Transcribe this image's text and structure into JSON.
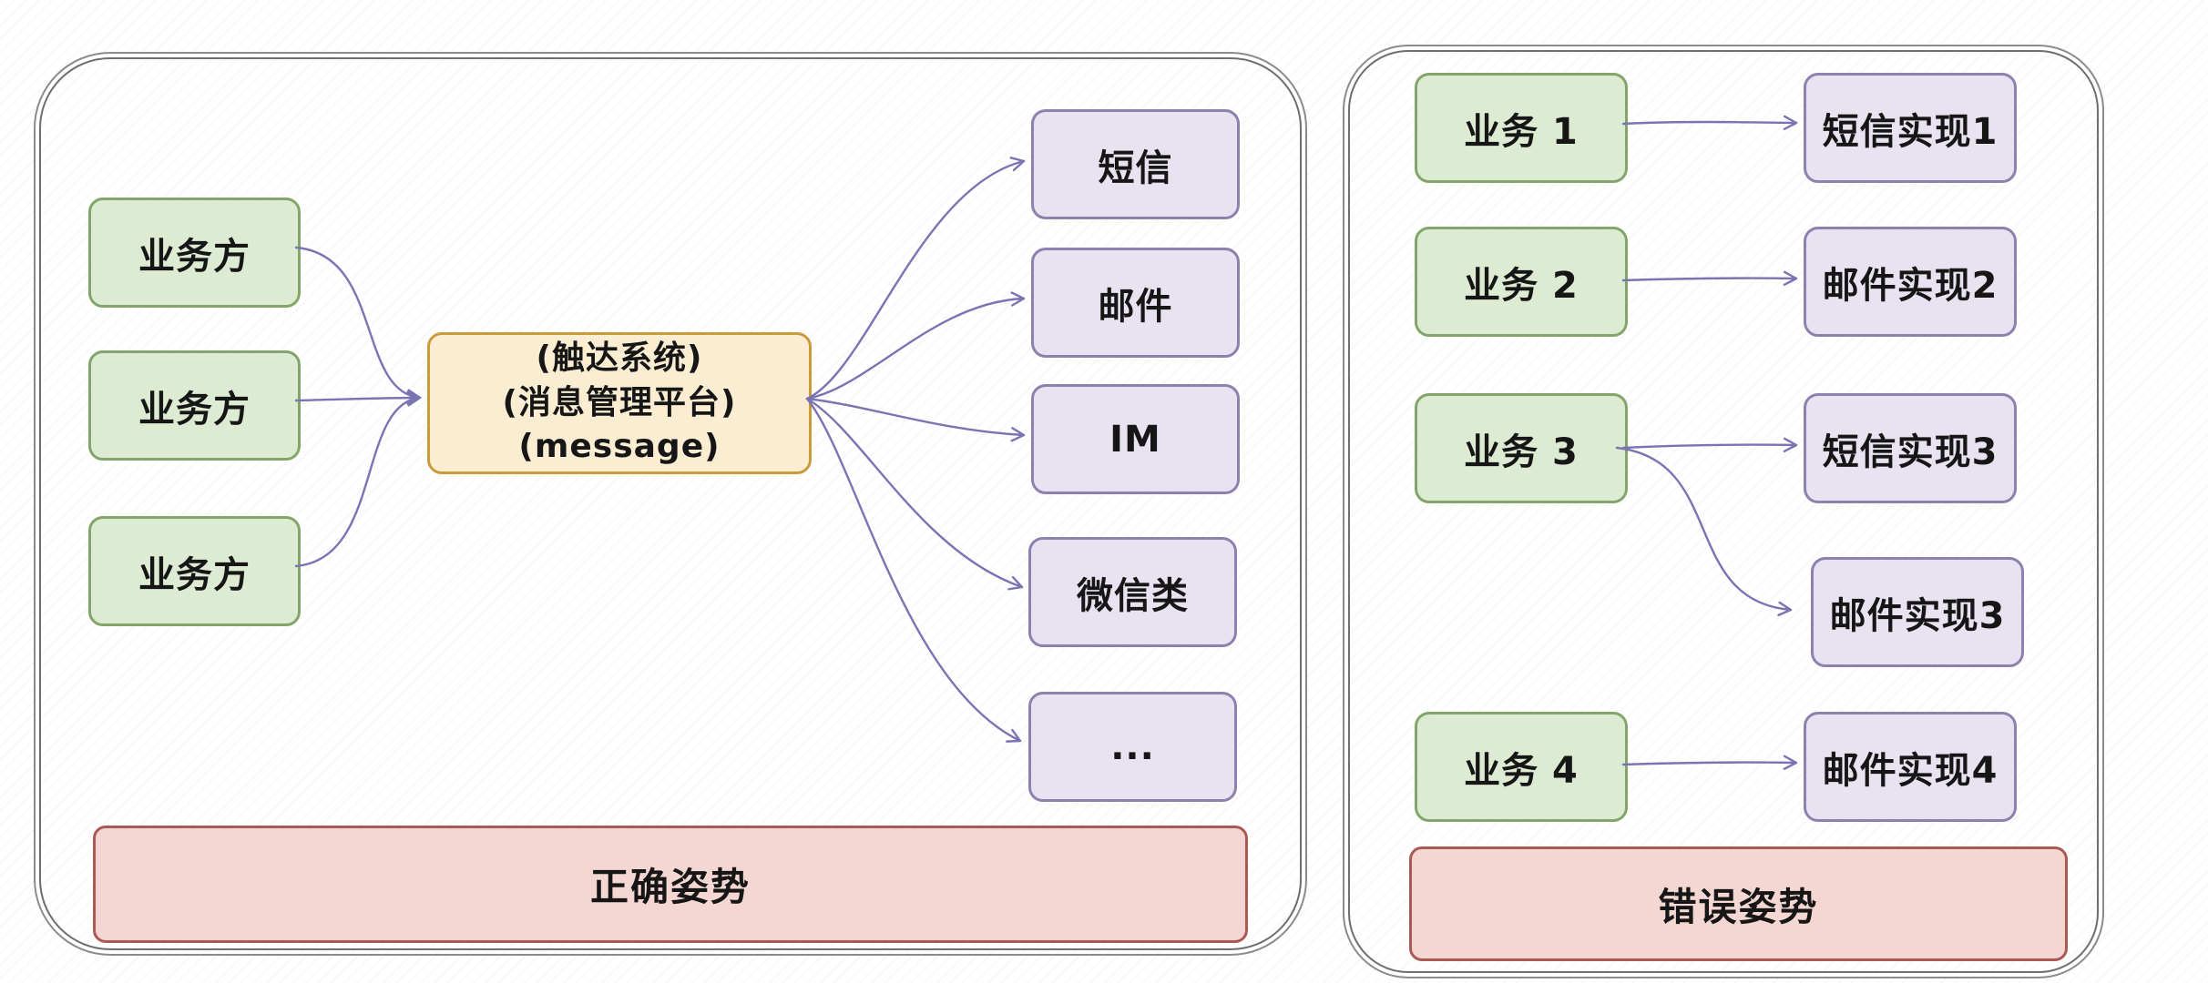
{
  "left_panel": {
    "banner": "正确姿势",
    "sources": [
      "业务方",
      "业务方",
      "业务方"
    ],
    "hub_lines": [
      "(触达系统)",
      "(消息管理平台)",
      "(message)"
    ],
    "channels": [
      "短信",
      "邮件",
      "IM",
      "微信类",
      "..."
    ]
  },
  "right_panel": {
    "banner": "错误姿势",
    "businesses": [
      "业务 1",
      "业务 2",
      "业务 3",
      "业务 4"
    ],
    "implementations": [
      "短信实现1",
      "邮件实现2",
      "短信实现3",
      "邮件实现3",
      "邮件实现4"
    ]
  },
  "connections": {
    "left_panel": [
      {
        "from": "业务方(1)",
        "to": "消息管理平台"
      },
      {
        "from": "业务方(2)",
        "to": "消息管理平台"
      },
      {
        "from": "业务方(3)",
        "to": "消息管理平台"
      },
      {
        "from": "消息管理平台",
        "to": "短信"
      },
      {
        "from": "消息管理平台",
        "to": "邮件"
      },
      {
        "from": "消息管理平台",
        "to": "IM"
      },
      {
        "from": "消息管理平台",
        "to": "微信类"
      },
      {
        "from": "消息管理平台",
        "to": "..."
      }
    ],
    "right_panel": [
      {
        "from": "业务 1",
        "to": "短信实现1"
      },
      {
        "from": "业务 2",
        "to": "邮件实现2"
      },
      {
        "from": "业务 3",
        "to": "短信实现3"
      },
      {
        "from": "业务 3",
        "to": "邮件实现3"
      },
      {
        "from": "业务 4",
        "to": "邮件实现4"
      }
    ]
  },
  "colors": {
    "source_fill": "#dcebd2",
    "source_border": "#83a569",
    "channel_fill": "#e8e2f1",
    "channel_border": "#8d81ae",
    "hub_fill": "#fbedd1",
    "hub_border": "#cb9a3d",
    "banner_fill": "#f4d6d3",
    "banner_border": "#ab5953",
    "arrow": "#7b74b3",
    "container_border": "#6f6f6d",
    "text": "#161616"
  }
}
